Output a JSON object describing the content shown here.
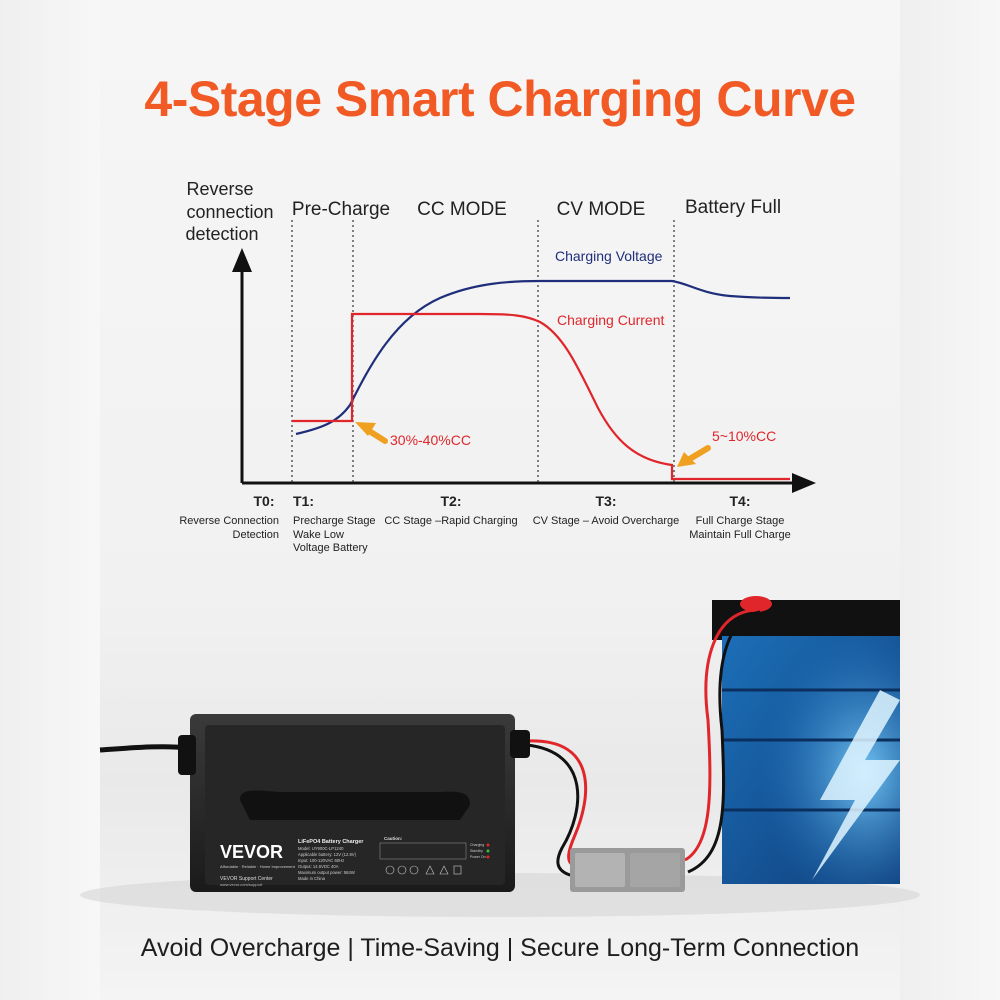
{
  "headline": "4-Stage Smart Charging Curve",
  "colors": {
    "headline": "#f15a24",
    "voltage": "#1f2e7a",
    "current": "#e0262b",
    "arrow_callout": "#f0a020",
    "axis": "#111111"
  },
  "stages": {
    "reverse": [
      "Reverse",
      "connection",
      "detection"
    ],
    "precharge": "Pre-Charge",
    "cc": "CC MODE",
    "cv": "CV MODE",
    "full": "Battery Full"
  },
  "curve_labels": {
    "voltage": "Charging Voltage",
    "current": "Charging Current",
    "callout_left": "30%-40%CC",
    "callout_right": "5~10%CC"
  },
  "timeline": [
    {
      "t": "T0:",
      "desc": [
        "Reverse Connection",
        "Detection"
      ]
    },
    {
      "t": "T1:",
      "desc": [
        "Precharge Stage",
        "Wake Low",
        "Voltage Battery"
      ]
    },
    {
      "t": "T2:",
      "desc": [
        "CC Stage –Rapid Charging"
      ]
    },
    {
      "t": "T3:",
      "desc": [
        "CV Stage – Avoid Overcharge"
      ]
    },
    {
      "t": "T4:",
      "desc": [
        "Full Charge Stage",
        "Maintain Full Charge"
      ]
    }
  ],
  "product": {
    "brand": "VEVOR",
    "brand_tagline": "Affordable · Reliable · Home Improvement",
    "charger_title": "LiFePO4 Battery Charger",
    "model": "Model: UY900C-LP1240",
    "battery": "Applicable battery: 12V (12.8V)",
    "input": "Input: 100-120VAC 60Hz",
    "output": "Output: 14.6VDC 40A",
    "max_power": "Maximum output power: 584W",
    "made_in": "Made in China",
    "support": "VEVOR Support Center",
    "support_url": "www.vevor.com/support",
    "caution": "Caution:",
    "indicators": [
      "Charging",
      "Standby",
      "Power On"
    ]
  },
  "tagline": "Avoid Overcharge | Time-Saving | Secure Long-Term Connection"
}
